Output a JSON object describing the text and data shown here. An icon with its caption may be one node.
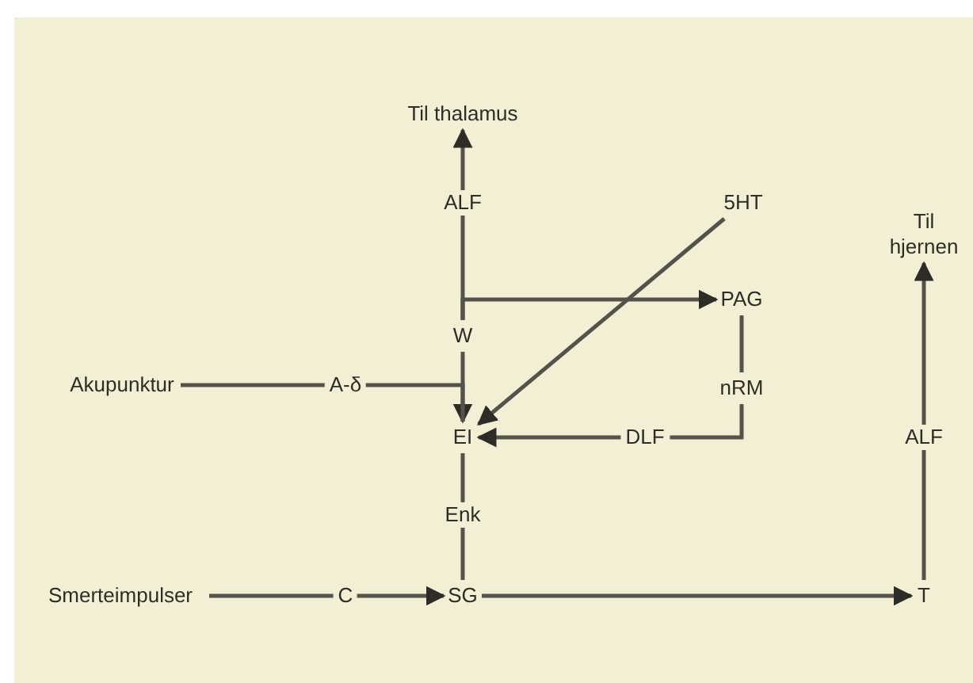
{
  "diagram": {
    "nodes": [
      {
        "text": [
          "Til thalamus"
        ]
      },
      {
        "text": [
          "5HT"
        ]
      },
      {
        "text": [
          "Til hjernen"
        ]
      },
      {
        "text": [
          "PAG"
        ]
      },
      {
        "text": [
          "W"
        ]
      },
      {
        "text": [
          "Akupunktur"
        ]
      },
      {
        "text": [
          "nRM"
        ]
      },
      {
        "text": [
          "EI"
        ]
      },
      {
        "text": [
          "Smerteimpulser"
        ]
      },
      {
        "text": [
          "SG"
        ]
      },
      {
        "text": [
          "T"
        ]
      }
    ],
    "edges": [
      {
        "from": 4,
        "to": 0,
        "arrow": "to",
        "label": "ALF"
      },
      {
        "from": 4,
        "to": 3,
        "arrow": "to"
      },
      {
        "from": 1,
        "to": 7,
        "arrow": "to"
      },
      {
        "from": 5,
        "to": 7,
        "arrow": "to",
        "label": "A-δ"
      },
      {
        "from": 4,
        "to": 7,
        "arrow": "none"
      },
      {
        "from": 3,
        "to": 6,
        "arrow": "none"
      },
      {
        "from": 6,
        "to": 7,
        "arrow": "to",
        "label": "DLF"
      },
      {
        "from": 7,
        "to": 9,
        "arrow": "none",
        "label": "Enk"
      },
      {
        "from": 8,
        "to": 9,
        "arrow": "to",
        "label": "C"
      },
      {
        "from": 9,
        "to": 10,
        "arrow": "to"
      },
      {
        "from": 10,
        "to": 2,
        "arrow": "to",
        "label": "ALF"
      }
    ]
  }
}
